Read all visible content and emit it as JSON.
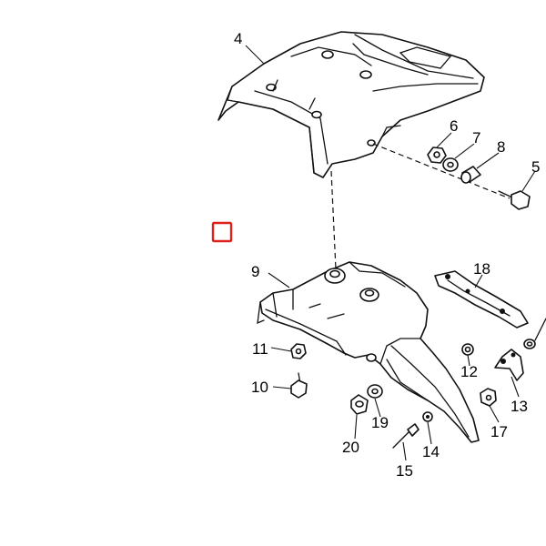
{
  "diagram": {
    "marker_color": "#e0201b",
    "callouts": {
      "c4": "4",
      "c5": "5",
      "c6": "6",
      "c7": "7",
      "c8": "8",
      "c9": "9",
      "c10": "10",
      "c11": "11",
      "c12": "12",
      "c13": "13",
      "c14": "14",
      "c15": "15",
      "c17": "17",
      "c18": "18",
      "c19": "19",
      "c20": "20"
    }
  }
}
